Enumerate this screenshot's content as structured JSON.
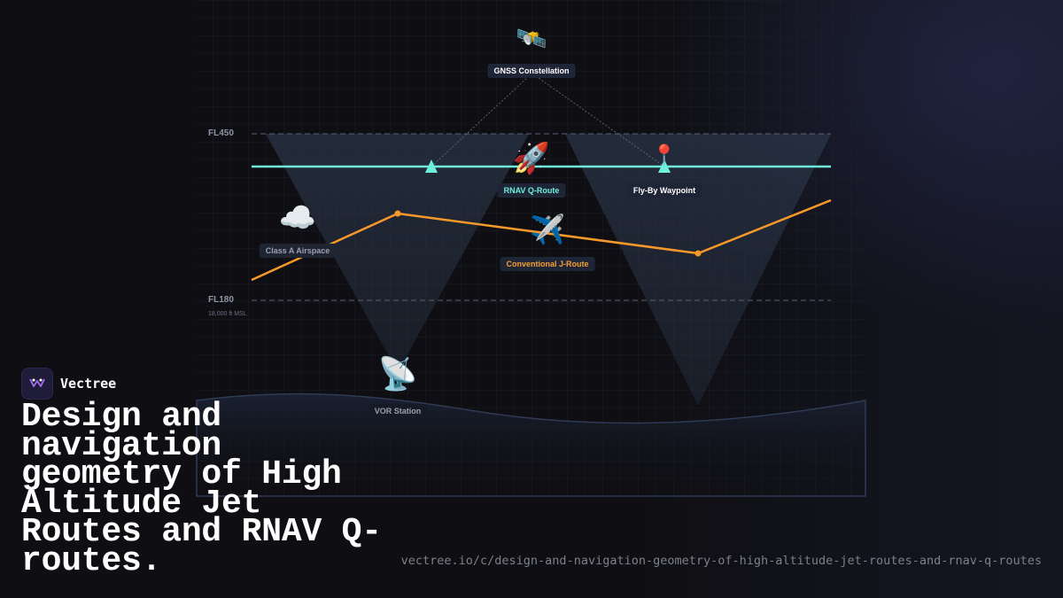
{
  "brand": {
    "name": "Vectree"
  },
  "title": "Design and navigation geometry of High Altitude Jet Routes and RNAV Q-routes.",
  "url": "vectree.io/c/design-and-navigation-geometry-of-high-altitude-jet-routes-and-rnav-q-routes",
  "diagram": {
    "levels": {
      "upper": {
        "label": "FL450"
      },
      "lower": {
        "label": "FL180",
        "sublabel": "18,000 ft MSL"
      }
    },
    "nodes": {
      "gnss": {
        "label": "GNSS Constellation",
        "icon": "satellite-icon",
        "emoji": "🛰️"
      },
      "rnav": {
        "label": "RNAV Q-Route",
        "icon": "rocket-icon",
        "emoji": "🚀"
      },
      "flyby": {
        "label": "Fly-By Waypoint",
        "icon": "map-pin-icon",
        "emoji": "📍"
      },
      "classa": {
        "label": "Class A Airspace",
        "icon": "cloud-icon",
        "emoji": "☁️"
      },
      "jroute": {
        "label": "Conventional J-Route",
        "icon": "airplane-icon",
        "emoji": "✈️"
      },
      "vor": {
        "label": "VOR Station",
        "icon": "satellite-dish-icon",
        "emoji": "📡"
      }
    },
    "colors": {
      "rnav_route": "#6ff0dc",
      "j_route": "#f7992a",
      "level_line": "#5a6070",
      "signal_cone": "#243043",
      "background": "#0f0f13"
    }
  }
}
